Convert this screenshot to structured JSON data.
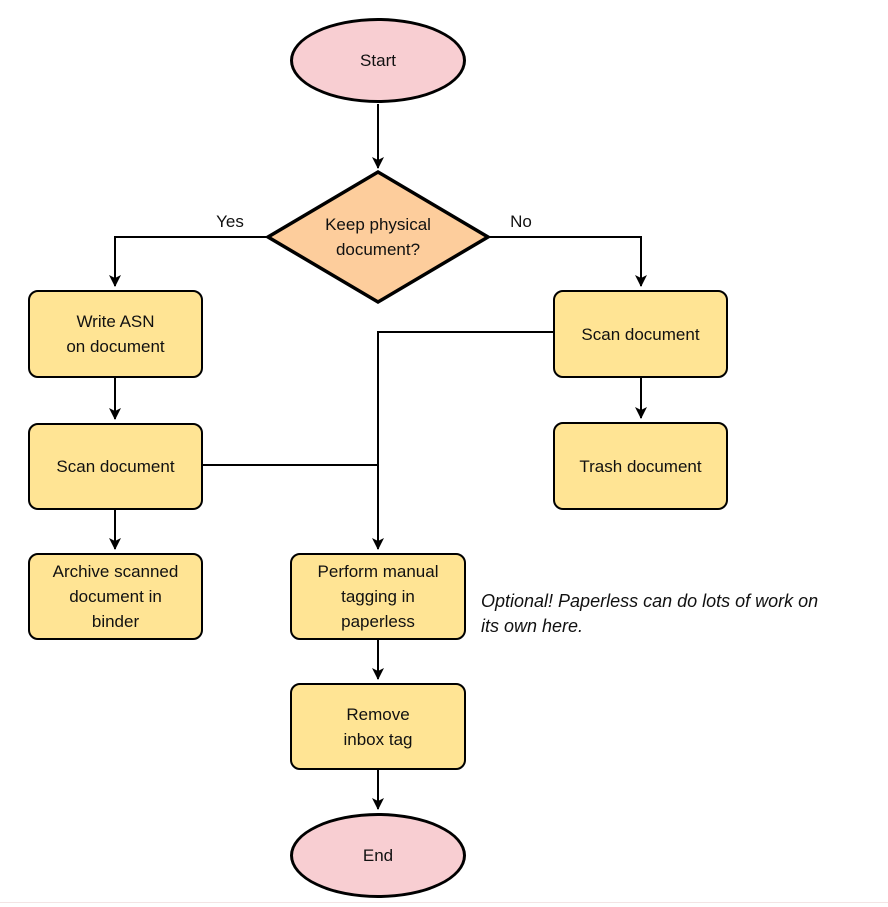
{
  "diagram": {
    "type": "flowchart",
    "colors": {
      "background": "#ffffff",
      "terminal_fill": "#f8ced2",
      "decision_fill": "#fdcd9c",
      "process_fill": "#ffe494",
      "stroke": "#000000",
      "text": "#111111"
    },
    "nodes": [
      {
        "id": "start",
        "shape": "ellipse",
        "label": "Start"
      },
      {
        "id": "keep-physical-document",
        "shape": "diamond",
        "label": "Keep physical\ndocument?"
      },
      {
        "id": "write-asn-on-document",
        "shape": "process",
        "label": "Write ASN\non document"
      },
      {
        "id": "scan-document-left",
        "shape": "process",
        "label": "Scan document"
      },
      {
        "id": "archive-scanned-document",
        "shape": "process",
        "label": "Archive scanned\ndocument in\nbinder"
      },
      {
        "id": "scan-document-right",
        "shape": "process",
        "label": "Scan document"
      },
      {
        "id": "trash-document",
        "shape": "process",
        "label": "Trash document"
      },
      {
        "id": "perform-manual-tagging",
        "shape": "process",
        "label": "Perform manual\ntagging in\npaperless"
      },
      {
        "id": "remove-inbox-tag",
        "shape": "process",
        "label": "Remove\ninbox tag"
      },
      {
        "id": "end",
        "shape": "ellipse",
        "label": "End"
      }
    ],
    "edge_labels": {
      "yes": "Yes",
      "no": "No"
    },
    "annotation": "Optional! Paperless can do lots of work on\nits own here."
  }
}
